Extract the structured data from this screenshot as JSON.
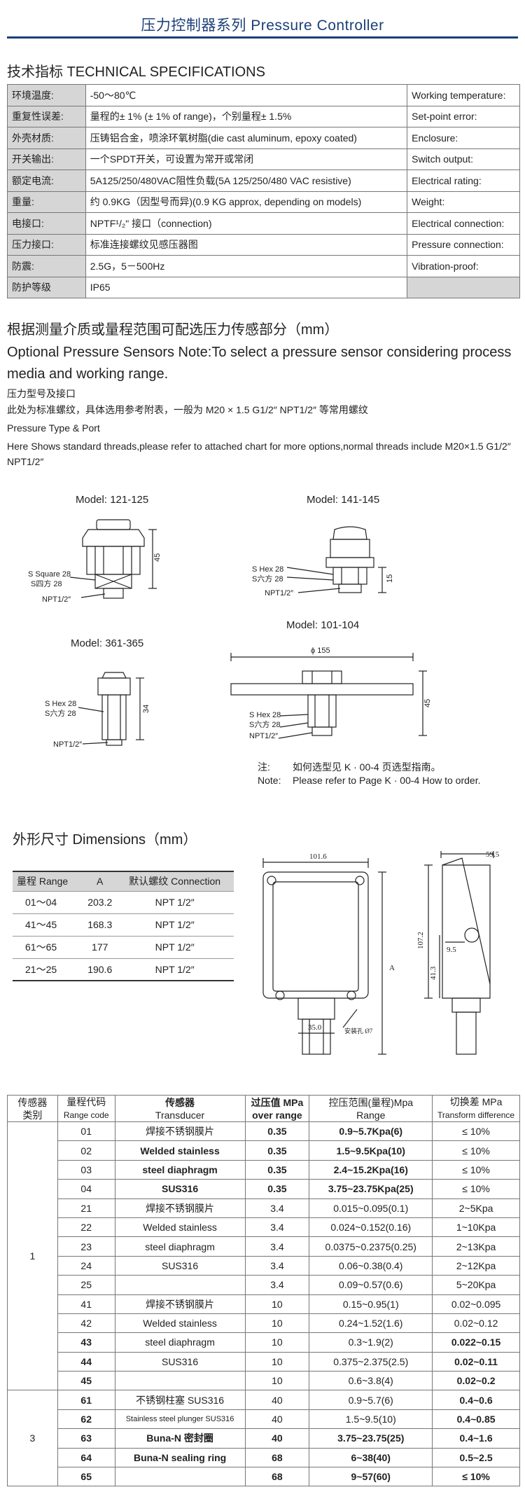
{
  "header": {
    "title": "压力控制器系列 Pressure Controller"
  },
  "specs": {
    "title": "技术指标 TECHNICAL SPECIFICATIONS",
    "rows": [
      {
        "label": "环境温度:",
        "value": "-50～80℃",
        "en": "Working temperature:"
      },
      {
        "label": "重复性误差:",
        "value": "量程的± 1% (± 1% of range)，个别量程± 1.5%",
        "en": "Set-point error:"
      },
      {
        "label": "外壳材质:",
        "value": "压铸铝合金，喷涂环氧树脂(die cast aluminum, epoxy coated)",
        "en": "Enclosure:"
      },
      {
        "label": "开关输出:",
        "value": "一个SPDT开关，可设置为常开或常闭",
        "en": "Switch output:"
      },
      {
        "label": "额定电流:",
        "value": "5A125/250/480VAC阻性负载(5A 125/250/480 VAC resistive)",
        "en": "Electrical rating:"
      },
      {
        "label": "重量:",
        "value": "约 0.9KG（因型号而异)(0.9 KG approx, depending on models)",
        "en": "Weight:"
      },
      {
        "label": "电接口:",
        "value": "NPTF¹/₂\" 接口（connection)",
        "en": "Electrical connection:"
      },
      {
        "label": "压力接口:",
        "value": "标准连接螺纹见感压器图",
        "en": "Pressure connection:"
      },
      {
        "label": "防震:",
        "value": "2.5G，5－500Hz",
        "en": "Vibration-proof:"
      },
      {
        "label": "防护等级",
        "value": "IP65",
        "en": ""
      }
    ]
  },
  "optional": {
    "cn_title": "根据测量介质或量程范围可配选压力传感部分（mm）",
    "en_title": "Optional Pressure Sensors Note:To select a pressure sensor considering process media and working range.",
    "cn_sub": "压力型号及接口",
    "cn_text": "此处为标准螺纹，具体选用参考附表，一般为 M20 × 1.5    G1/2″    NPT1/2″ 等常用螺纹",
    "en_sub": "Pressure Type & Port",
    "en_text": "Here Shows standard threads,please refer to attached chart for more options,normal threads include M20×1.5   G1/2″    NPT1/2″"
  },
  "drawings": {
    "models": [
      "Model:  121-125",
      "Model:  141-145",
      "Model:  361-365",
      "Model:  101-104"
    ],
    "labels": {
      "s_square": "S Square 28",
      "s_square_cn": "S四方 28",
      "npt": "NPT1/2″",
      "s_hex": "S Hex 28",
      "s_hex_cn": "S六方 28",
      "dim_45": "45",
      "dim_15": "15",
      "dim_34": "34",
      "dim_155": "ϕ 155"
    },
    "note_cn_label": "注:",
    "note_cn": "如何选型见 K · 00-4 页选型指南。",
    "note_en_label": "Note:",
    "note_en": "Please refer to Page K · 00-4 How to order."
  },
  "dimensions": {
    "title": "外形尺寸 Dimensions（mm）",
    "headers": [
      "量程 Range",
      "A",
      "默认螺纹 Connection"
    ],
    "rows": [
      [
        "01～04",
        "203.2",
        "NPT 1/2″"
      ],
      [
        "41～45",
        "168.3",
        "NPT 1/2″"
      ],
      [
        "61～65",
        "177",
        "NPT 1/2″"
      ],
      [
        "21～25",
        "190.6",
        "NPT 1/2″"
      ]
    ],
    "drawing": {
      "w": "101.6",
      "a": "A",
      "d35": "35.0",
      "hole": "安装孔 Ø7",
      "side_w": "59.5",
      "h107": "107.2",
      "h41": "41.3",
      "d95": "9.5"
    }
  },
  "ranges": {
    "headers": [
      {
        "cn": "传感器",
        "en": "类别"
      },
      {
        "cn": "量程代码",
        "en": "Range code"
      },
      {
        "cn": "传感器",
        "en": "Transducer"
      },
      {
        "cn": "过压值 MPa",
        "en": "over range"
      },
      {
        "cn": "控压范围(量程)Mpa",
        "en": "Range"
      },
      {
        "cn": "切换差 MPa",
        "en": "Transform difference"
      }
    ],
    "group1_label": "1",
    "group3_label": "3",
    "transducer_a": [
      "焊接不锈钢膜片",
      "Welded stainless",
      "steel diaphragm",
      "SUS316"
    ],
    "transducer_b": [
      "焊接不锈钢膜片",
      "Welded stainless",
      "steel diaphragm",
      "SUS316"
    ],
    "transducer_c": [
      "焊接不锈钢膜片",
      "Welded stainless",
      "steel diaphragm",
      "SUS316"
    ],
    "transducer_d": [
      "不锈钢柱塞 SUS316",
      "Stainless steel plunger SUS316",
      "Buna-N 密封圈",
      "Buna-N sealing ring"
    ],
    "rows": [
      {
        "code": "01",
        "over": "0.35",
        "range": "0.9~5.7Kpa(6)",
        "diff": "≤ 10%"
      },
      {
        "code": "02",
        "over": "0.35",
        "range": "1.5~9.5Kpa(10)",
        "diff": "≤ 10%"
      },
      {
        "code": "03",
        "over": "0.35",
        "range": "2.4~15.2Kpa(16)",
        "diff": "≤ 10%"
      },
      {
        "code": "04",
        "over": "0.35",
        "range": "3.75~23.75Kpa(25)",
        "diff": "≤ 10%"
      },
      {
        "code": "21",
        "over": "3.4",
        "range": "0.015~0.095(0.1)",
        "diff": "2~5Kpa"
      },
      {
        "code": "22",
        "over": "3.4",
        "range": "0.024~0.152(0.16)",
        "diff": "1~10Kpa"
      },
      {
        "code": "23",
        "over": "3.4",
        "range": "0.0375~0.2375(0.25)",
        "diff": "2~13Kpa"
      },
      {
        "code": "24",
        "over": "3.4",
        "range": "0.06~0.38(0.4)",
        "diff": "2~12Kpa"
      },
      {
        "code": "25",
        "over": "3.4",
        "range": "0.09~0.57(0.6)",
        "diff": "5~20Kpa"
      },
      {
        "code": "41",
        "over": "10",
        "range": "0.15~0.95(1)",
        "diff": "0.02~0.095"
      },
      {
        "code": "42",
        "over": "10",
        "range": "0.24~1.52(1.6)",
        "diff": "0.02~0.12"
      },
      {
        "code": "43",
        "over": "10",
        "range": "0.3~1.9(2)",
        "diff": "0.022~0.15"
      },
      {
        "code": "44",
        "over": "10",
        "range": "0.375~2.375(2.5)",
        "diff": "0.02~0.11"
      },
      {
        "code": "45",
        "over": "10",
        "range": "0.6~3.8(4)",
        "diff": "0.02~0.2"
      },
      {
        "code": "61",
        "over": "40",
        "range": "0.9~5.7(6)",
        "diff": "0.4~0.6"
      },
      {
        "code": "62",
        "over": "40",
        "range": "1.5~9.5(10)",
        "diff": "0.4~0.85"
      },
      {
        "code": "63",
        "over": "40",
        "range": "3.75~23.75(25)",
        "diff": "0.4~1.6"
      },
      {
        "code": "64",
        "over": "68",
        "range": "6~38(40)",
        "diff": "0.5~2.5"
      },
      {
        "code": "65",
        "over": "68",
        "range": "9~57(60)",
        "diff": "≤ 10%"
      }
    ]
  }
}
